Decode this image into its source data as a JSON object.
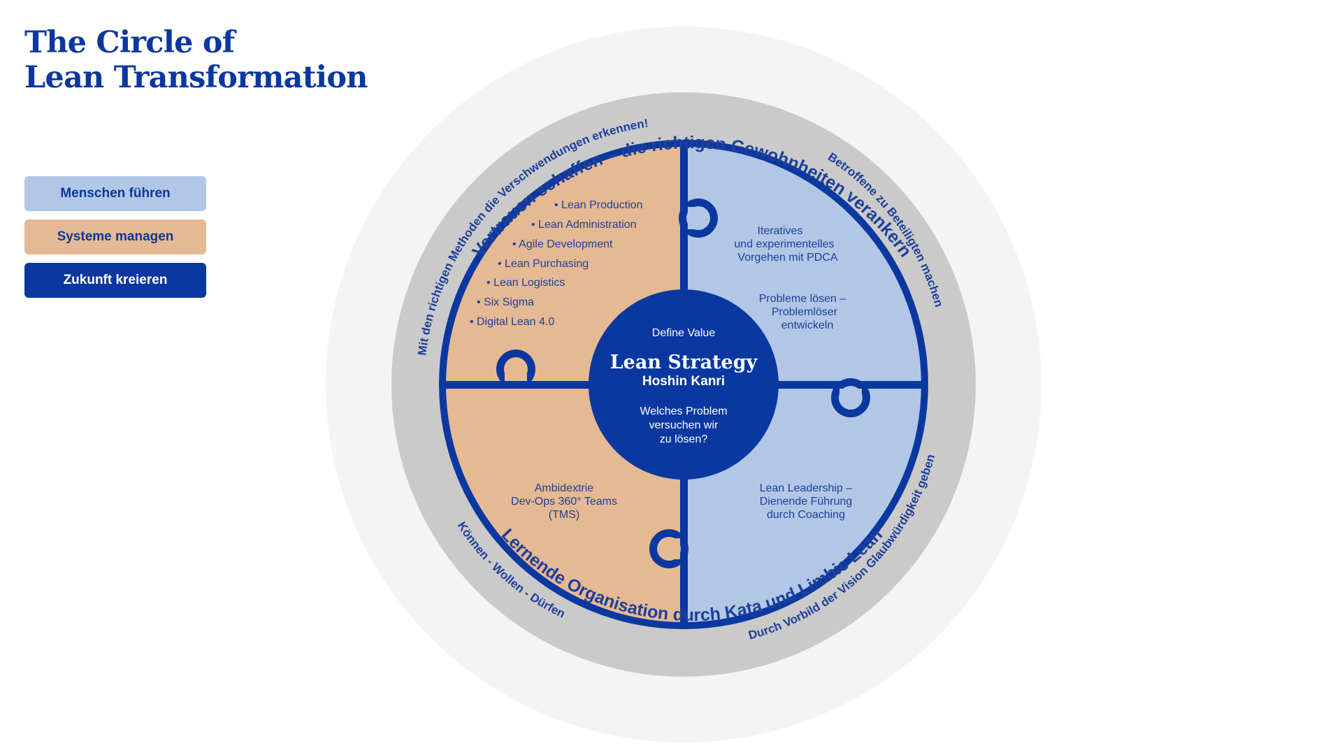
{
  "title": {
    "line1": "The Circle of",
    "line2": "Lean Transformation"
  },
  "legend": [
    {
      "label": "Menschen führen",
      "color": "#b2c6e6"
    },
    {
      "label": "Systeme  managen",
      "color": "#e5b993"
    },
    {
      "label": "Zukunft kreieren",
      "color": "#0a38a0"
    }
  ],
  "rings": {
    "outer_top": "Vertrauen schaffen – die richtigen Gewohnheiten verankern",
    "outer_bottom": "Lernende Organisation durch Kata und Limbic Lean",
    "middle_top_left": "Mit den richtigen Methoden die Verschwendungen erkennen!",
    "middle_top_right": "Betroffene zu Beteiligten machen",
    "middle_bottom_left": "Können - Wollen - Dürfen",
    "middle_bottom_right": "Durch Vorbild der Vision Glaubwürdigkeit geben"
  },
  "quadrants": {
    "top_left_list": [
      "Lean Production",
      "Lean Administration",
      "Agile Development",
      "Lean Purchasing",
      "Lean Logistics",
      "Six Sigma",
      "Digital Lean 4.0"
    ],
    "top_right": {
      "block1": [
        "Iteratives",
        "und experimentelles",
        "Vorgehen mit PDCA"
      ],
      "block2": [
        "Probleme lösen –",
        "Problemlöser",
        "entwickeln"
      ]
    },
    "bottom_left": [
      "Ambidextrie",
      "Dev-Ops 360° Teams",
      "(TMS)"
    ],
    "bottom_right": [
      "Lean Leadership  –",
      "Dienende Führung",
      "durch Coaching"
    ]
  },
  "center": {
    "top": "Define Value",
    "title": "Lean Strategy",
    "subtitle": "Hoshin Kanri",
    "question": [
      "Welches Problem",
      "versuchen wir",
      "zu lösen?"
    ]
  },
  "colors": {
    "navy": "#0a38a0",
    "light_blue": "#b2c6e6",
    "peach": "#e5b993",
    "outer_ring": "#f4f4f4",
    "middle_ring": "#cacaca",
    "label_text": "#1e3f9a"
  }
}
